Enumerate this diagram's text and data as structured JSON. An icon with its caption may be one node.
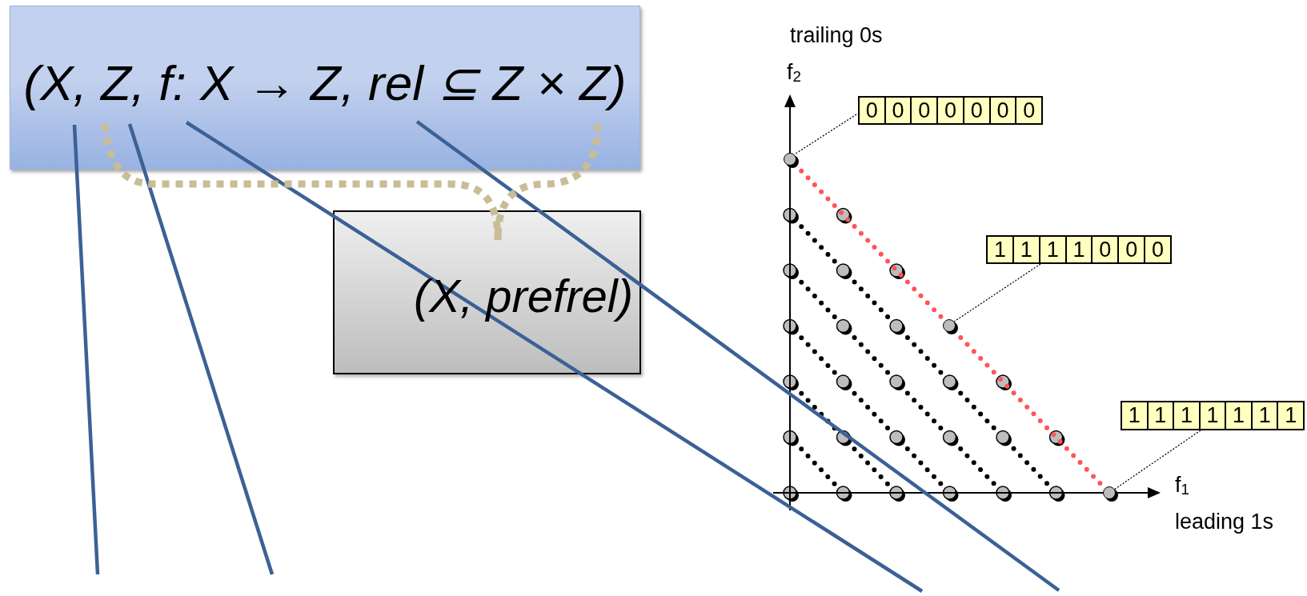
{
  "diagram": {
    "nodes": [
      {
        "text": [
          "(X, Z, f: X → Z, rel ⊆ Z × Z)"
        ]
      },
      {
        "text": [
          "(X, prefrel)"
        ]
      },
      {
        "text": [
          "0",
          "0",
          "0",
          "0",
          "0",
          "0",
          "0"
        ]
      },
      {
        "text": [],
        "shape": "circle"
      },
      {
        "text": [
          "1",
          "1",
          "1",
          "1",
          "0",
          "0",
          "0"
        ]
      },
      {
        "text": [],
        "shape": "circle"
      },
      {
        "text": [
          "1",
          "1",
          "1",
          "1",
          "1",
          "1",
          "1"
        ]
      },
      {
        "text": [],
        "shape": "circle"
      }
    ],
    "edges": [
      {
        "from": 0,
        "to": null,
        "arrow": "none"
      },
      {
        "from": 0,
        "to": null,
        "arrow": "none"
      },
      {
        "from": 0,
        "to": null,
        "arrow": "none"
      },
      {
        "from": 0,
        "to": null,
        "arrow": "none"
      },
      {
        "from": 0,
        "to": 1,
        "arrow": "none",
        "style": "dashed",
        "color": "#c8bd96"
      },
      {
        "from": 0,
        "to": 1,
        "arrow": "none",
        "style": "dashed",
        "color": "#c8bd96"
      },
      {
        "from": 2,
        "to": 3,
        "arrow": "none",
        "style": "dashed",
        "color": "#000000"
      },
      {
        "from": 4,
        "to": 5,
        "arrow": "none",
        "style": "dashed",
        "color": "#000000"
      },
      {
        "from": 6,
        "to": 7,
        "arrow": "none",
        "style": "dashed",
        "color": "#000000"
      },
      {
        "from": 3,
        "to": 7,
        "arrow": "none",
        "style": "dashed",
        "color": "#ff5555"
      }
    ],
    "labels": [
      "trailing 0s",
      "f$_{2}$",
      "f$_{1}$",
      "leading 1s"
    ]
  }
}
